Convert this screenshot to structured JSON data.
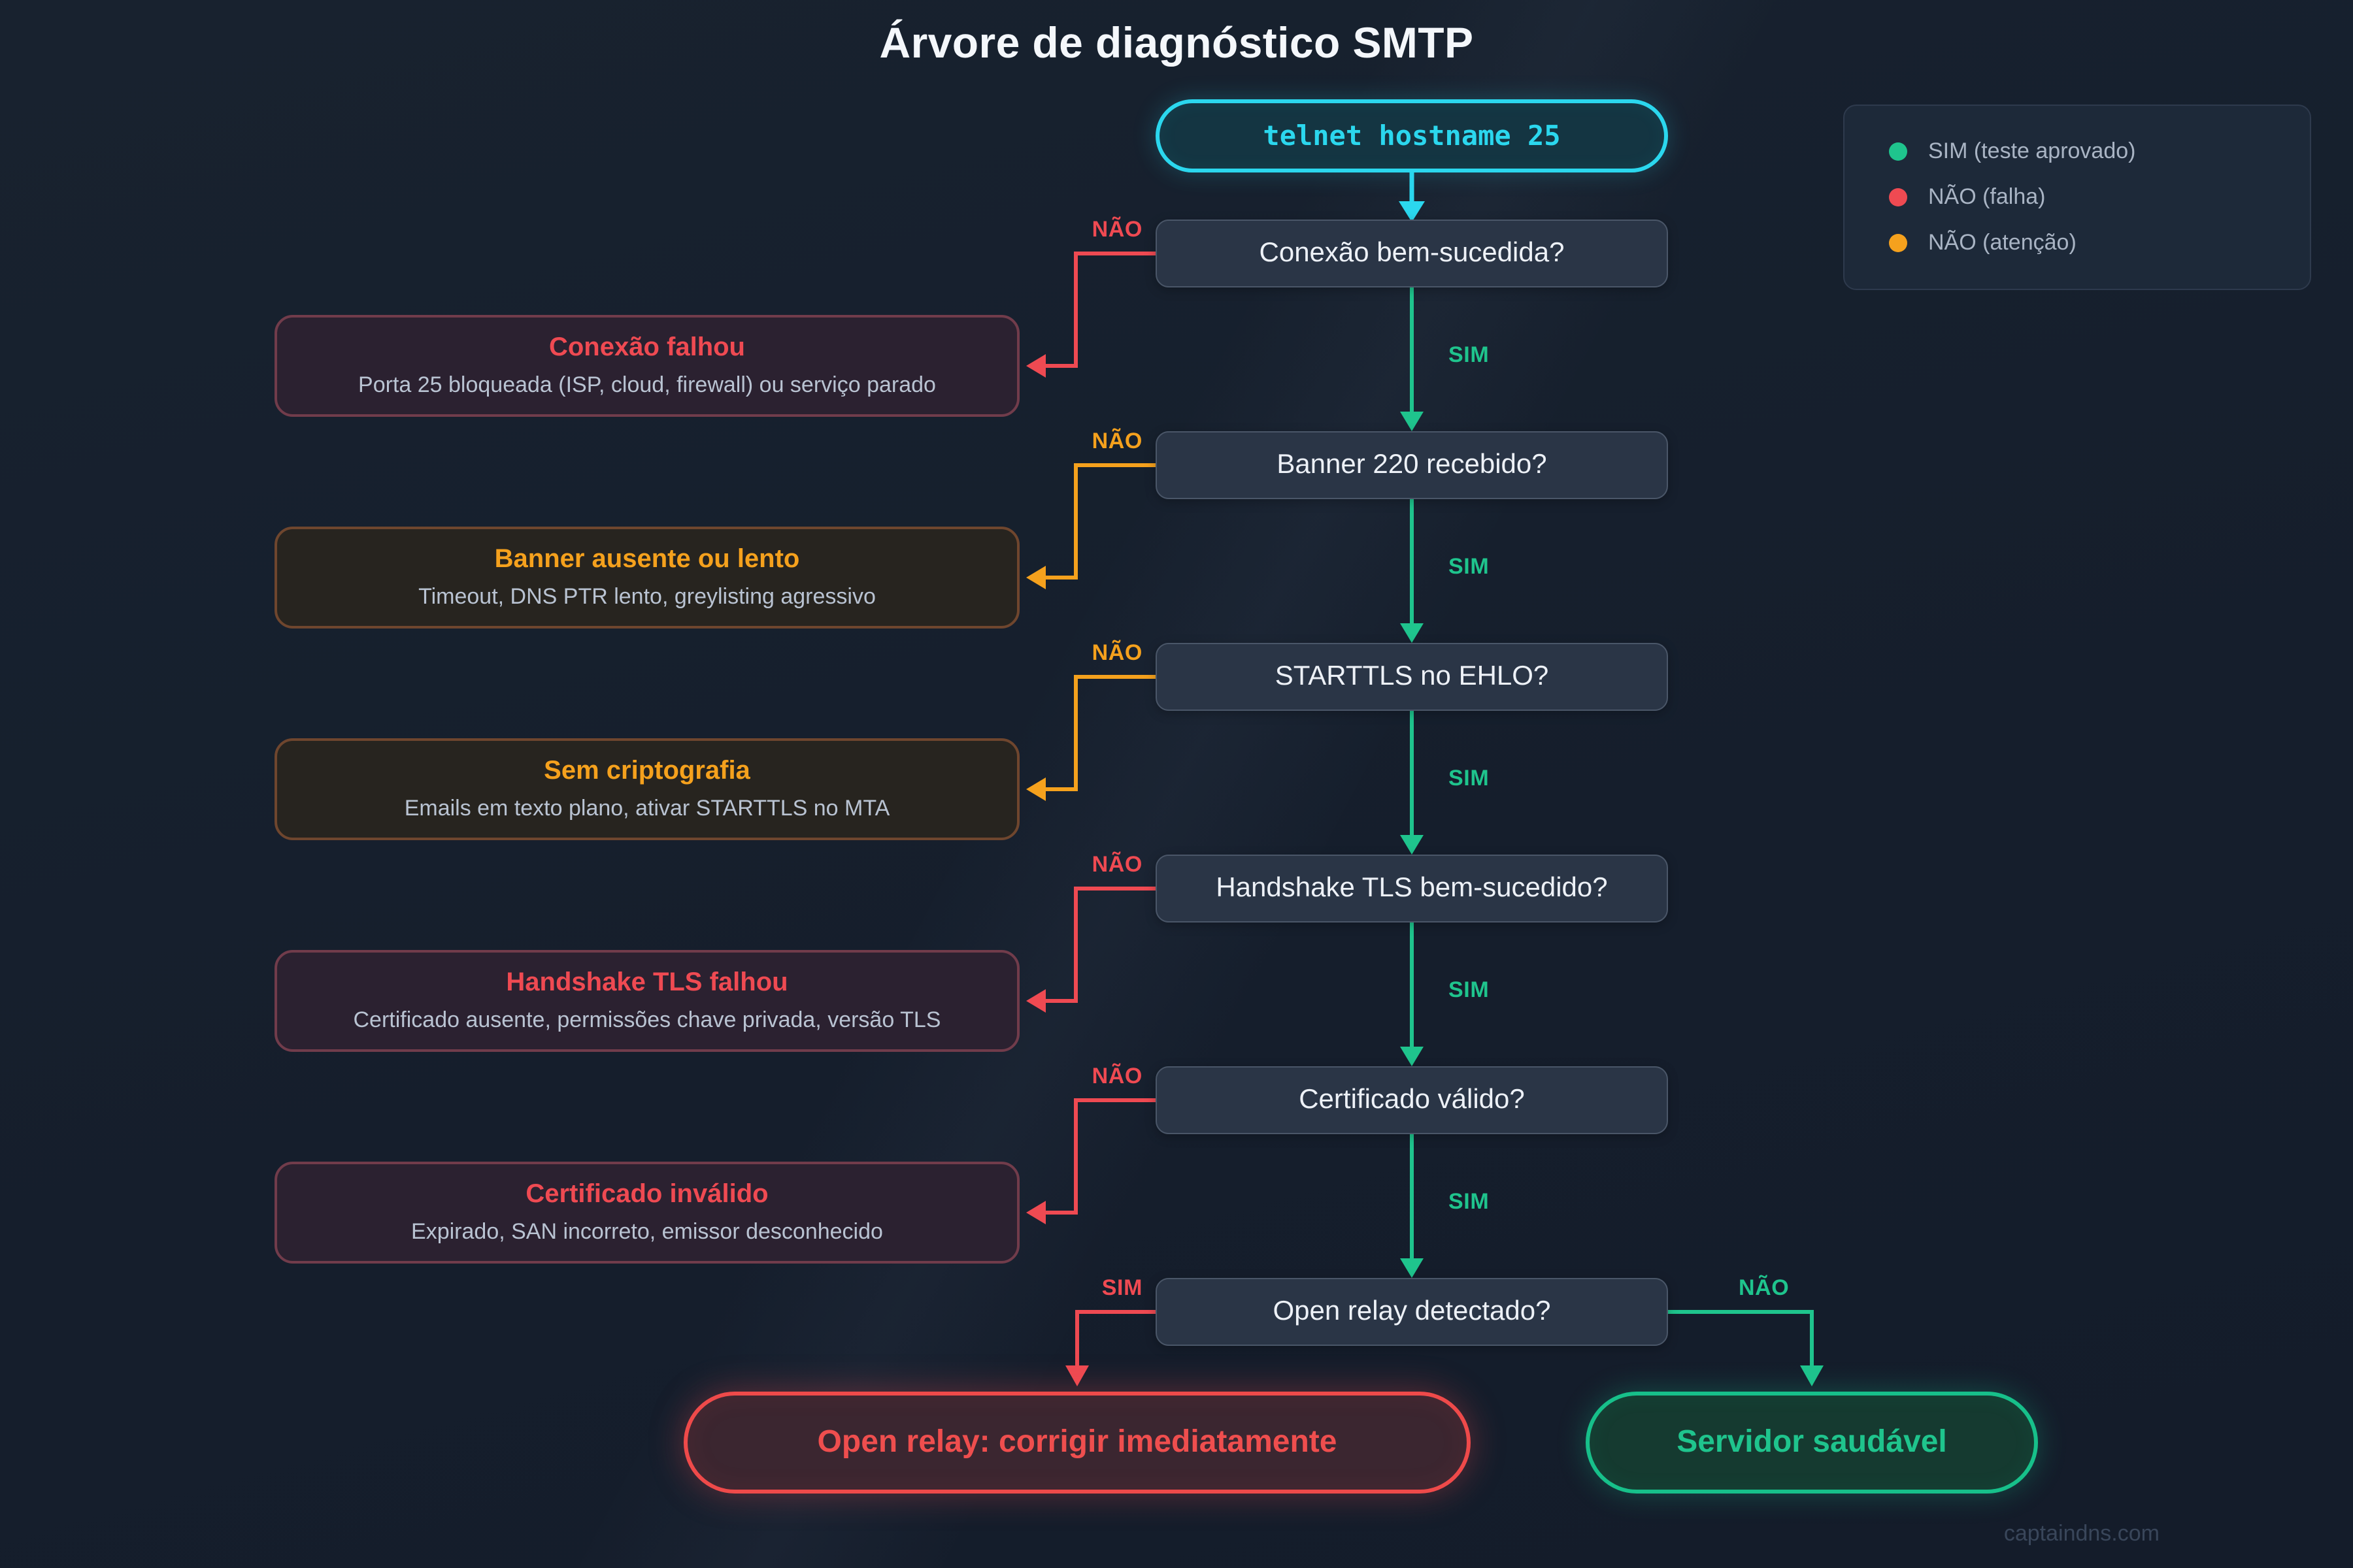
{
  "title": "Árvore de diagnóstico SMTP",
  "start": {
    "label": "telnet hostname 25"
  },
  "legend": {
    "items": [
      {
        "label": "SIM (teste aprovado)",
        "color": "#1fc48d"
      },
      {
        "label": "NÃO (falha)",
        "color": "#ef4a52"
      },
      {
        "label": "NÃO (atenção)",
        "color": "#f5a11d"
      }
    ]
  },
  "decisions": [
    {
      "label": "Conexão bem-sucedida?",
      "yes": "SIM",
      "no": "NÃO",
      "no_severity": "falha"
    },
    {
      "label": "Banner 220 recebido?",
      "yes": "SIM",
      "no": "NÃO",
      "no_severity": "atenção"
    },
    {
      "label": "STARTTLS no EHLO?",
      "yes": "SIM",
      "no": "NÃO",
      "no_severity": "atenção"
    },
    {
      "label": "Handshake TLS bem-sucedido?",
      "yes": "SIM",
      "no": "NÃO",
      "no_severity": "falha"
    },
    {
      "label": "Certificado válido?",
      "yes": "SIM",
      "no": "NÃO",
      "no_severity": "falha"
    },
    {
      "label": "Open relay detectado?",
      "yes": "SIM",
      "no": "NÃO"
    }
  ],
  "failures": [
    {
      "title": "Conexão falhou",
      "desc": "Porta 25 bloqueada (ISP, cloud, firewall) ou serviço parado",
      "severity": "falha"
    },
    {
      "title": "Banner ausente ou lento",
      "desc": "Timeout, DNS PTR lento, greylisting agressivo",
      "severity": "atenção"
    },
    {
      "title": "Sem criptografia",
      "desc": "Emails em texto plano, ativar STARTTLS no MTA",
      "severity": "atenção"
    },
    {
      "title": "Handshake TLS falhou",
      "desc": "Certificado ausente, permissões chave privada, versão TLS",
      "severity": "falha"
    },
    {
      "title": "Certificado inválido",
      "desc": "Expirado, SAN incorreto, emissor desconhecido",
      "severity": "falha"
    }
  ],
  "outcomes": {
    "bad": "Open relay: corrigir imediatamente",
    "good": "Servidor saudável"
  },
  "watermark": "captaindns.com",
  "colors": {
    "background": "#161f2d",
    "green": "#1fc48d",
    "red": "#ef4a52",
    "orange": "#f5a11d",
    "cyan": "#2bd7ee"
  }
}
